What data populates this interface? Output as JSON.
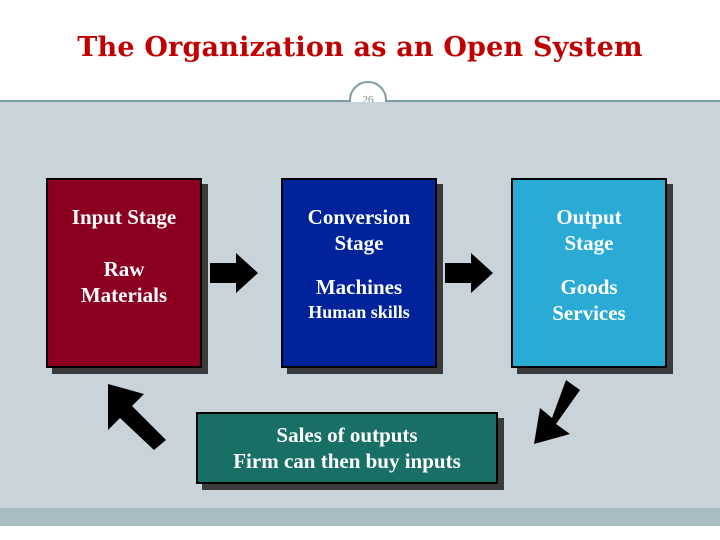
{
  "slide": {
    "title": "The Organization as an Open System",
    "slide_number": "26",
    "colors": {
      "title": "#c00000",
      "rule": "#7f9ba6",
      "body_background": "#c8d4d9",
      "footer": "#a9bcc2",
      "input_box": "#8b0020",
      "conversion_box": "#00239c",
      "output_box": "#29abd6",
      "sales_box": "#186f66",
      "arrow": "#000000"
    }
  },
  "diagram": {
    "boxes": [
      {
        "id": "input",
        "heading": "Input Stage",
        "lines": [
          "Raw",
          "Materials"
        ]
      },
      {
        "id": "conversion",
        "heading_line1": "Conversion",
        "heading_line2": "Stage",
        "lines": [
          "Machines",
          "Human skills"
        ]
      },
      {
        "id": "output",
        "heading_line1": "Output",
        "heading_line2": "Stage",
        "lines": [
          "Goods",
          "Services"
        ]
      },
      {
        "id": "sales",
        "lines": [
          "Sales of outputs",
          "Firm can then buy inputs"
        ]
      }
    ],
    "arrows": [
      {
        "id": "input-to-conversion",
        "label": "right-arrow-icon"
      },
      {
        "id": "conversion-to-output",
        "label": "right-arrow-icon"
      },
      {
        "id": "output-to-sales",
        "label": "diagonal-arrow-down-left-icon"
      },
      {
        "id": "sales-to-input",
        "label": "diagonal-arrow-up-left-icon"
      }
    ]
  }
}
